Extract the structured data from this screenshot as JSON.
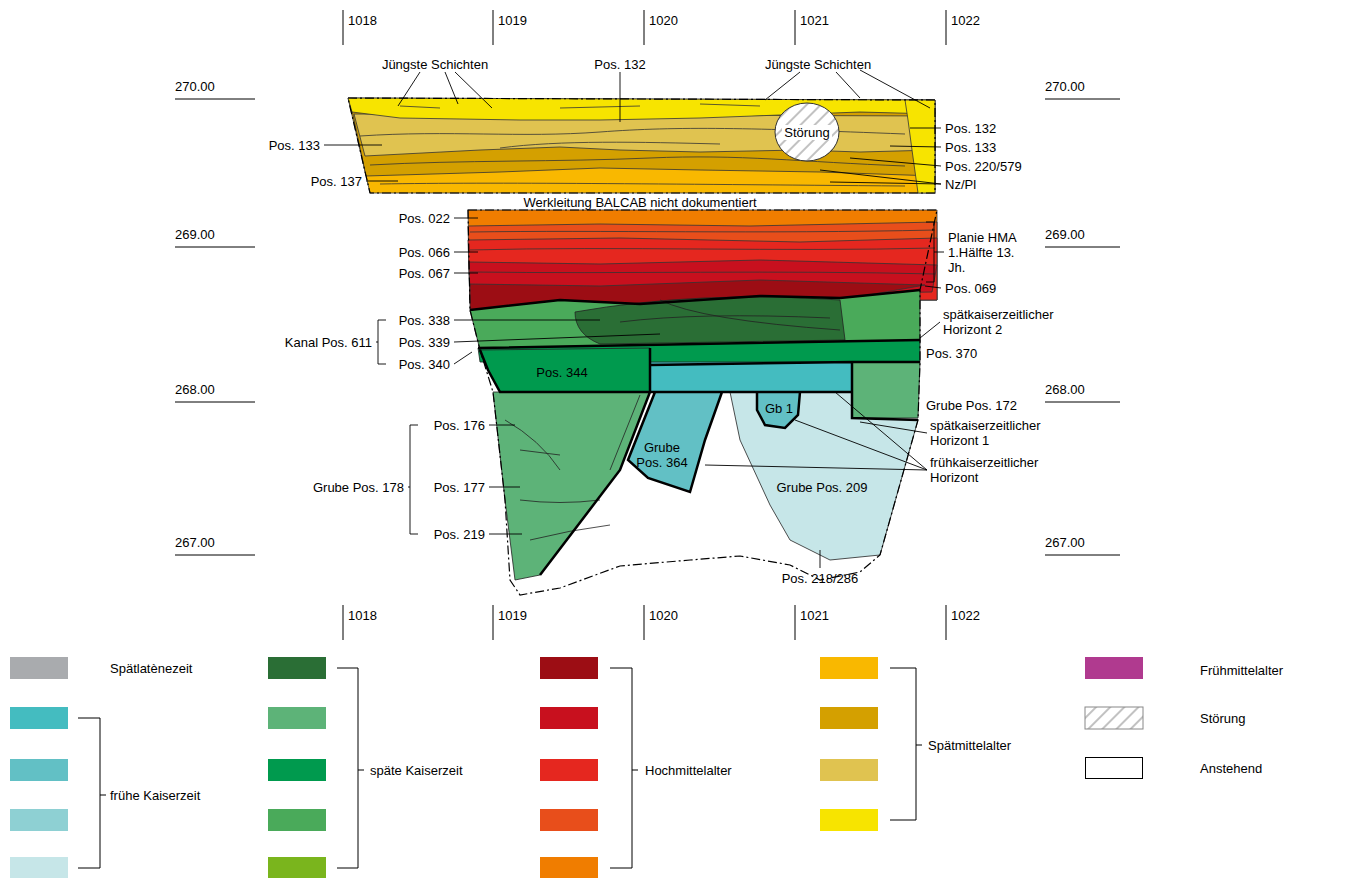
{
  "diagram": {
    "nodes": [
      {
        "text": [
          "Störung"
        ]
      },
      {
        "text": [
          "Pos. 344"
        ]
      },
      {
        "text": [
          "Gb 1"
        ]
      },
      {
        "text": [
          "Grube Pos. 364"
        ]
      },
      {
        "text": [
          "Grube Pos. 209"
        ]
      }
    ],
    "labels": [
      "1018",
      "1019",
      "1020",
      "1021",
      "1022",
      "1018",
      "1019",
      "1020",
      "1021",
      "1022",
      "270.00",
      "270.00",
      "269.00",
      "269.00",
      "268.00",
      "268.00",
      "267.00",
      "267.00",
      "Jüngste Schichten",
      "Pos. 132",
      "Jüngste Schichten",
      "Pos. 133",
      "Pos. 137",
      "Pos. 132",
      "Pos. 133",
      "Pos. 220/579",
      "Nz/Pl",
      "Werkleitung BALCAB nicht dokumentiert",
      "Pos. 022",
      "Planie HMA 1.Hälfte 13. Jh.",
      "Pos. 066",
      "Pos. 067",
      "Pos. 069",
      "Pos. 338",
      "Pos. 339",
      "Pos. 340",
      "Kanal Pos. 611",
      "spätkaiserzeitlicher Horizont 2",
      "Pos. 370",
      "Grube Pos. 172",
      "spätkaiserzeitlicher Horizont 1",
      "frühkaiserzeitlicher Horizont",
      "Pos. 176",
      "Pos. 177",
      "Pos. 219",
      "Grube Pos. 178",
      "Pos. 218/286"
    ],
    "legend": [
      {
        "text": "Spätlatènezeit",
        "color": "#a9abae"
      },
      {
        "text": "frühe Kaiserzeit",
        "color": "#44bcc0"
      },
      {
        "text": "späte Kaiserzeit",
        "color": "#2a6e35"
      },
      {
        "text": "Hochmittelalter",
        "color": "#9c0d14"
      },
      {
        "text": "Spätmittelalter",
        "color": "#f9b800"
      },
      {
        "text": "Frühmittelalter",
        "color": "#b03a8f"
      },
      {
        "text": "Störung"
      },
      {
        "text": "Anstehend",
        "color": "#ffffff"
      }
    ]
  }
}
